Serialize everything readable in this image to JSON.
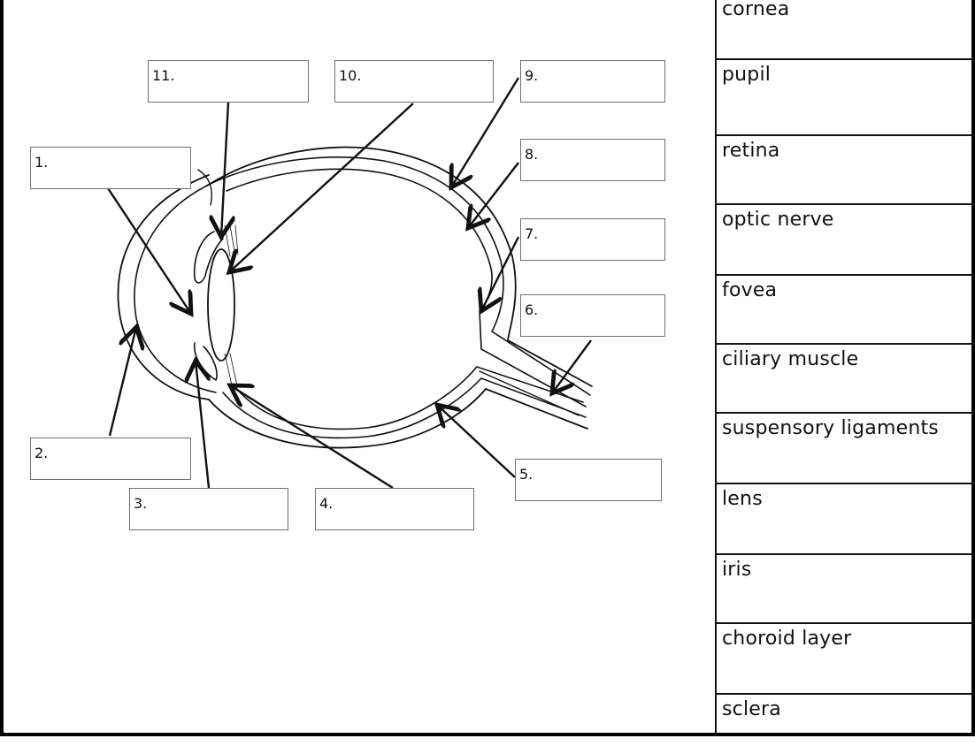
{
  "label_boxes": [
    {
      "number": "1."
    },
    {
      "number": "2."
    },
    {
      "number": "3."
    },
    {
      "number": "4."
    },
    {
      "number": "5."
    },
    {
      "number": "6."
    },
    {
      "number": "7."
    },
    {
      "number": "8."
    },
    {
      "number": "9."
    },
    {
      "number": "10."
    },
    {
      "number": "11."
    }
  ],
  "word_bank": [
    "cornea",
    "pupil",
    "retina",
    "optic nerve",
    "fovea",
    "ciliary muscle",
    "suspensory ligaments",
    "lens",
    "iris",
    "choroid layer",
    "sclera"
  ],
  "colors": {
    "line": "#111111",
    "box_border": "#6f6f6f",
    "background": "#ffffff"
  }
}
